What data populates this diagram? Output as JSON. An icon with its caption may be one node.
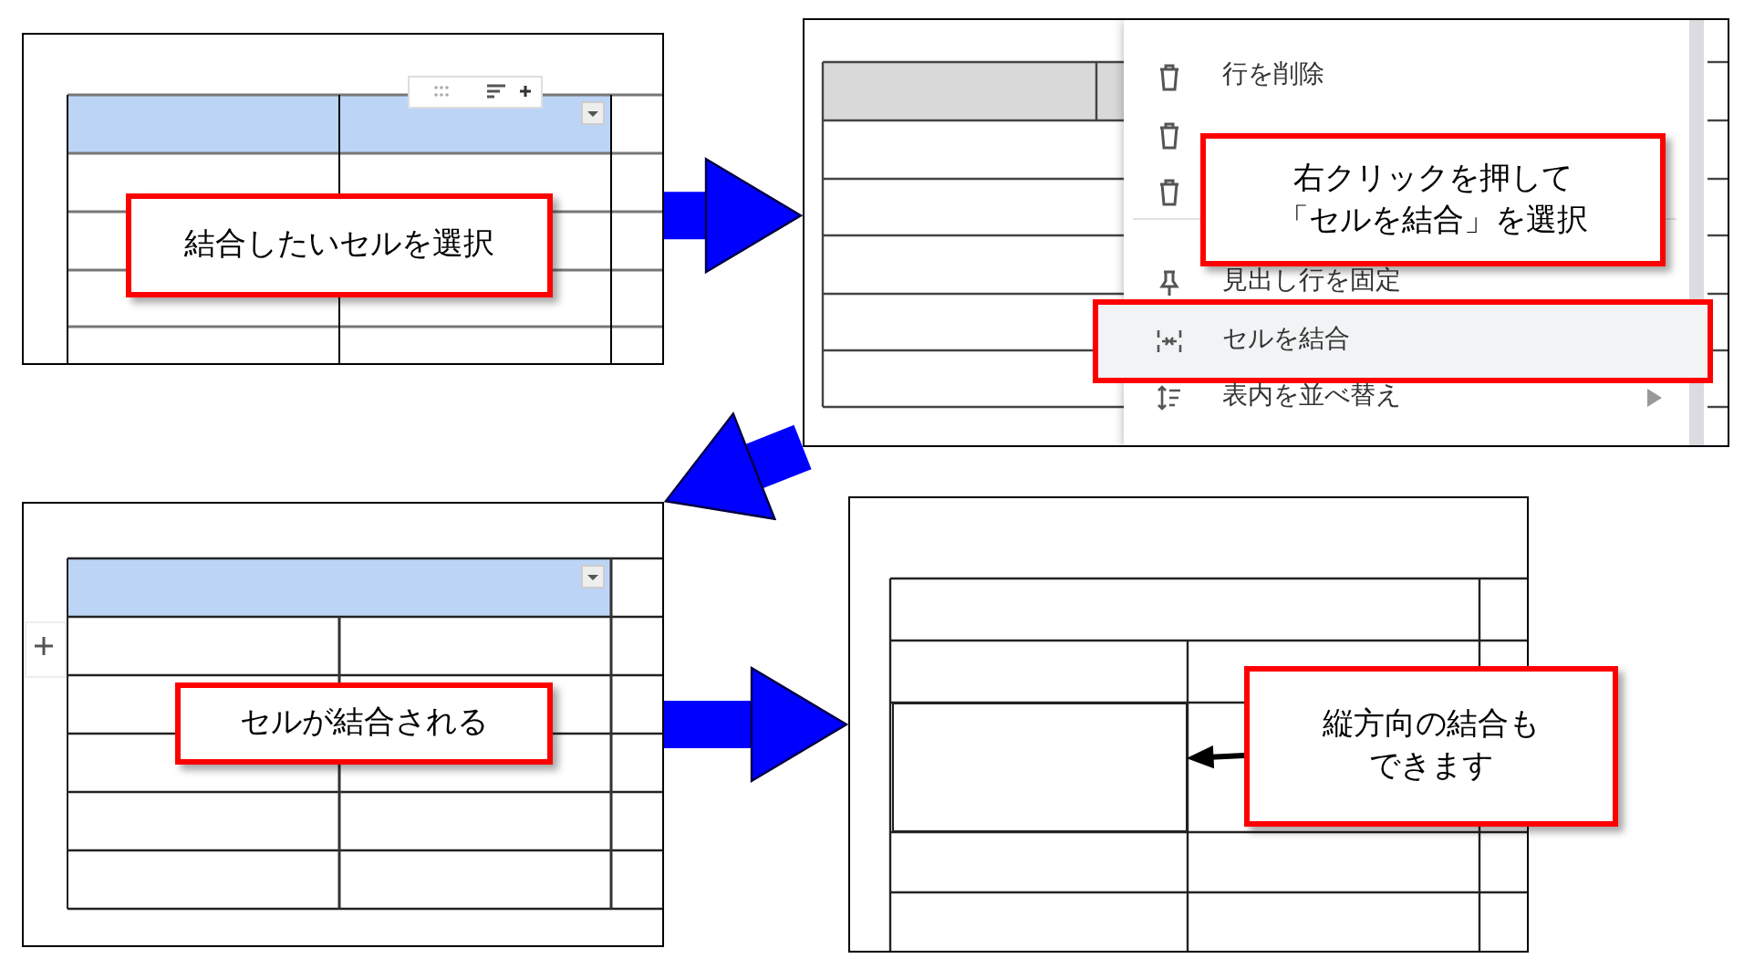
{
  "diagram": {
    "nodes": [
      {
        "text": [],
        "shape": "picture"
      },
      {
        "text": [
          "結合したいセルを選択"
        ],
        "in": 0
      },
      {
        "text": [],
        "shape": "picture"
      },
      {
        "text": [
          "右クリックを押して「セルを結合」を選択"
        ],
        "in": 2
      },
      {
        "text": [],
        "shape": "picture"
      },
      {
        "text": [
          "セルが結合される"
        ],
        "in": 4
      },
      {
        "text": [],
        "shape": "picture"
      },
      {
        "text": [
          "縦方向の結合もできます"
        ]
      },
      {
        "text": [],
        "shape": "box",
        "in": 6
      }
    ],
    "edges": [
      {
        "from": 0,
        "to": 2,
        "arrow": "to"
      },
      {
        "from": 2,
        "to": 4,
        "arrow": "to"
      },
      {
        "from": 4,
        "to": 6,
        "arrow": "to"
      },
      {
        "from": 7,
        "to": 8,
        "arrow": "to",
        "color": "#000000"
      }
    ],
    "labels": [
      "行を削除",
      "見出し行を固定",
      "セルを結合",
      "表内を並べ替え"
    ]
  }
}
